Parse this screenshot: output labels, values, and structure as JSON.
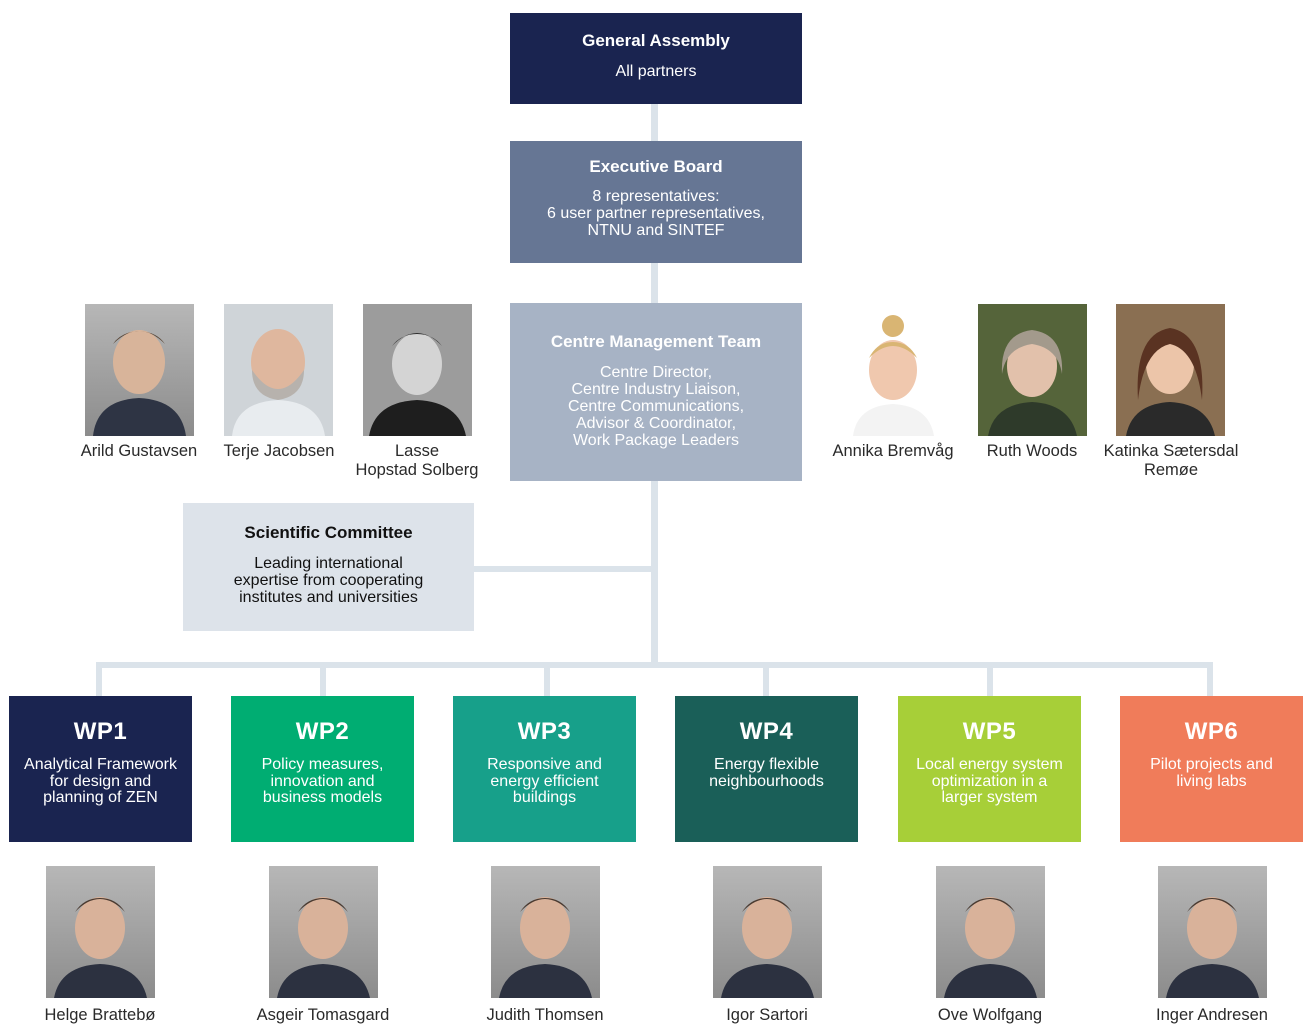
{
  "general_assembly": {
    "title": "General Assembly",
    "subtitle": "All partners"
  },
  "executive_board": {
    "title": "Executive Board",
    "subtitle": "8 representatives:\n6 user partner representatives,\nNTNU and SINTEF"
  },
  "centre_management_team": {
    "title": "Centre Management Team",
    "subtitle": "Centre Director,\nCentre Industry Liaison,\nCentre Communications,\nAdvisor & Coordinator,\nWork Package Leaders"
  },
  "scientific_committee": {
    "title": "Scientific Committee",
    "subtitle": "Leading international\nexpertise from cooperating\ninstitutes and universities"
  },
  "management_people_left": [
    {
      "name": "Arild Gustavsen"
    },
    {
      "name": "Terje Jacobsen"
    },
    {
      "name": "Lasse\nHopstad Solberg"
    }
  ],
  "management_people_right": [
    {
      "name": "Annika Bremvåg"
    },
    {
      "name": "Ruth Woods"
    },
    {
      "name": "Katinka Sætersdal\nRemøe"
    }
  ],
  "work_packages": [
    {
      "id": "WP1",
      "description": "Analytical Framework\nfor design and\nplanning of ZEN",
      "color": "#1a2450",
      "leader": "Helge Brattebø"
    },
    {
      "id": "WP2",
      "description": "Policy measures,\ninnovation and\nbusiness models",
      "color": "#00ad72",
      "leader": "Asgeir Tomasgard"
    },
    {
      "id": "WP3",
      "description": "Responsive and\nenergy efficient\nbuildings",
      "color": "#17a08a",
      "leader": "Judith Thomsen"
    },
    {
      "id": "WP4",
      "description": "Energy flexible\nneighbourhoods",
      "color": "#1a5f58",
      "leader": "Igor Sartori"
    },
    {
      "id": "WP5",
      "description": "Local energy system\noptimization in a\nlarger system",
      "color": "#a7cf38",
      "leader": "Ove Wolfgang"
    },
    {
      "id": "WP6",
      "description": "Pilot projects and\nliving labs",
      "color": "#f07c5a",
      "leader": "Inger Andresen"
    }
  ],
  "colors": {
    "connector": "#dbe3ea"
  }
}
